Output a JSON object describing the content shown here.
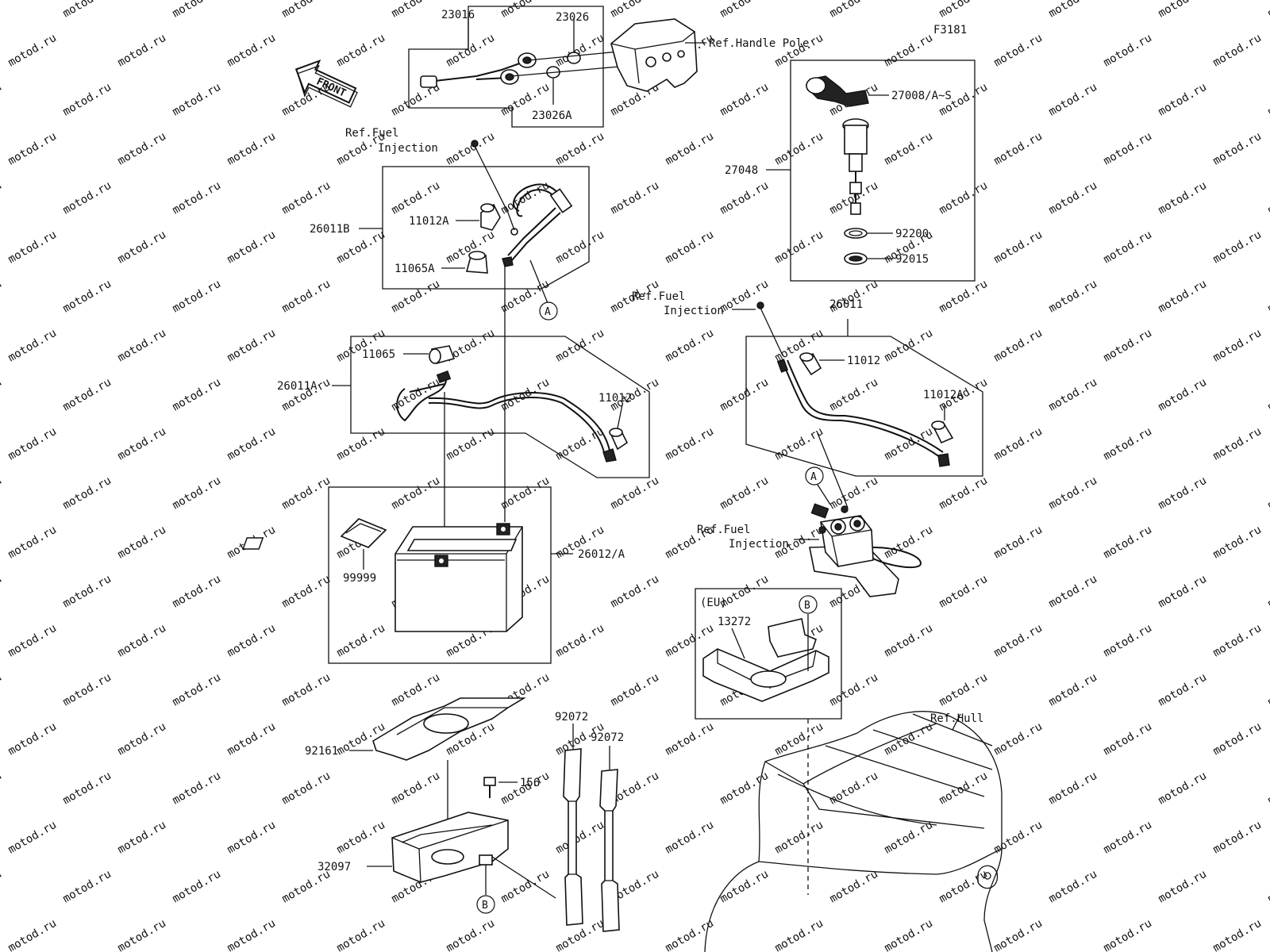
{
  "figure_id": "F3181",
  "front_label": "FRONT",
  "watermark_text": "motod.ru",
  "refs": {
    "handle_pole": "Ref.Handle Pole",
    "fuel_injection_line1": "Ref.Fuel",
    "fuel_injection_line2": "Injection",
    "hull": "Ref.Hull"
  },
  "region_label_eu": "(EU)",
  "circle_letters": {
    "a": "A",
    "b": "B"
  },
  "parts": {
    "p23016": "23016",
    "p23026": "23026",
    "p23026A": "23026A",
    "p27008": "27008/A~S",
    "p27048": "27048",
    "p92200": "92200",
    "p92015": "92015",
    "p26011B": "26011B",
    "p11012A": "11012A",
    "p11065A": "11065A",
    "p26011": "26011",
    "p11012": "11012",
    "p26011A": "26011A",
    "p11065": "11065",
    "p26012": "26012/A",
    "p99999": "99999",
    "p13272": "13272",
    "p92161": "92161",
    "p92072": "92072",
    "p156": "156",
    "p32097": "32097"
  }
}
